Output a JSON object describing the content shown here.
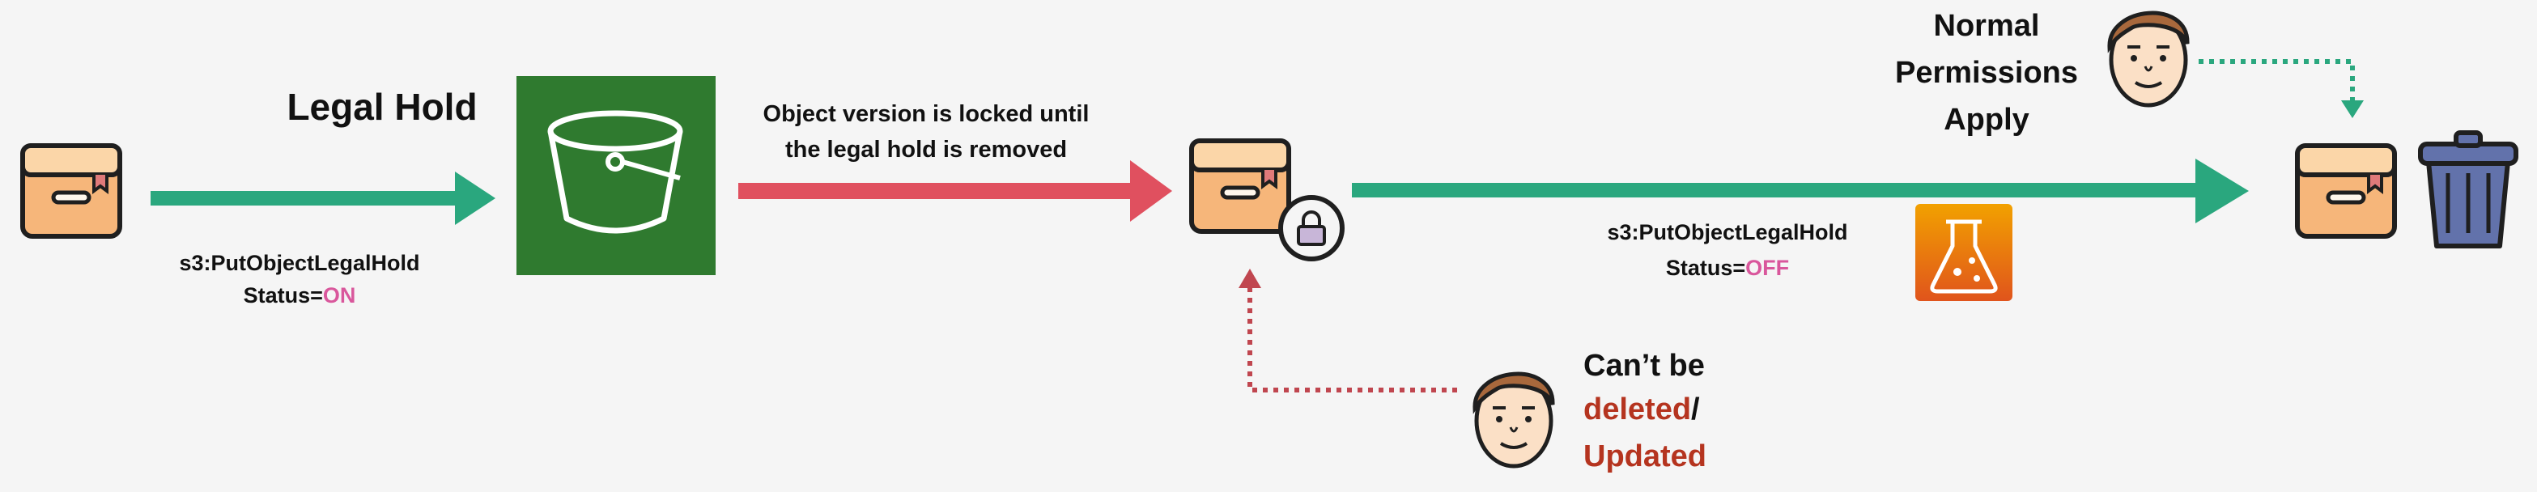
{
  "title": "Legal Hold",
  "put_on": {
    "line1": "s3:PutObjectLegalHold",
    "status_prefix": "Status=",
    "status_value": "ON"
  },
  "locked_note": {
    "line1": "Object version is locked until",
    "line2": "the legal hold is removed"
  },
  "put_off": {
    "line1": "s3:PutObjectLegalHold",
    "status_prefix": "Status=",
    "status_value": "OFF"
  },
  "normal": {
    "line1": "Normal",
    "line2": "Permissions",
    "line3": "Apply"
  },
  "cant": {
    "line1": "Can’t be",
    "word1": "deleted",
    "slash": "/",
    "word2": "Updated"
  },
  "colors": {
    "green_arrow": "#2aa77e",
    "red_arrow": "#e0505f",
    "bucket_bg": "#2f7a2f",
    "status_pink": "#d9579c",
    "warn_red": "#b5341f",
    "box": "#f5b97c",
    "bin": "#6272ab"
  },
  "icons": [
    "box-icon",
    "bucket-icon",
    "locked-box-icon",
    "lock-icon",
    "user-face-icon",
    "flask-icon",
    "trash-bin-icon"
  ]
}
